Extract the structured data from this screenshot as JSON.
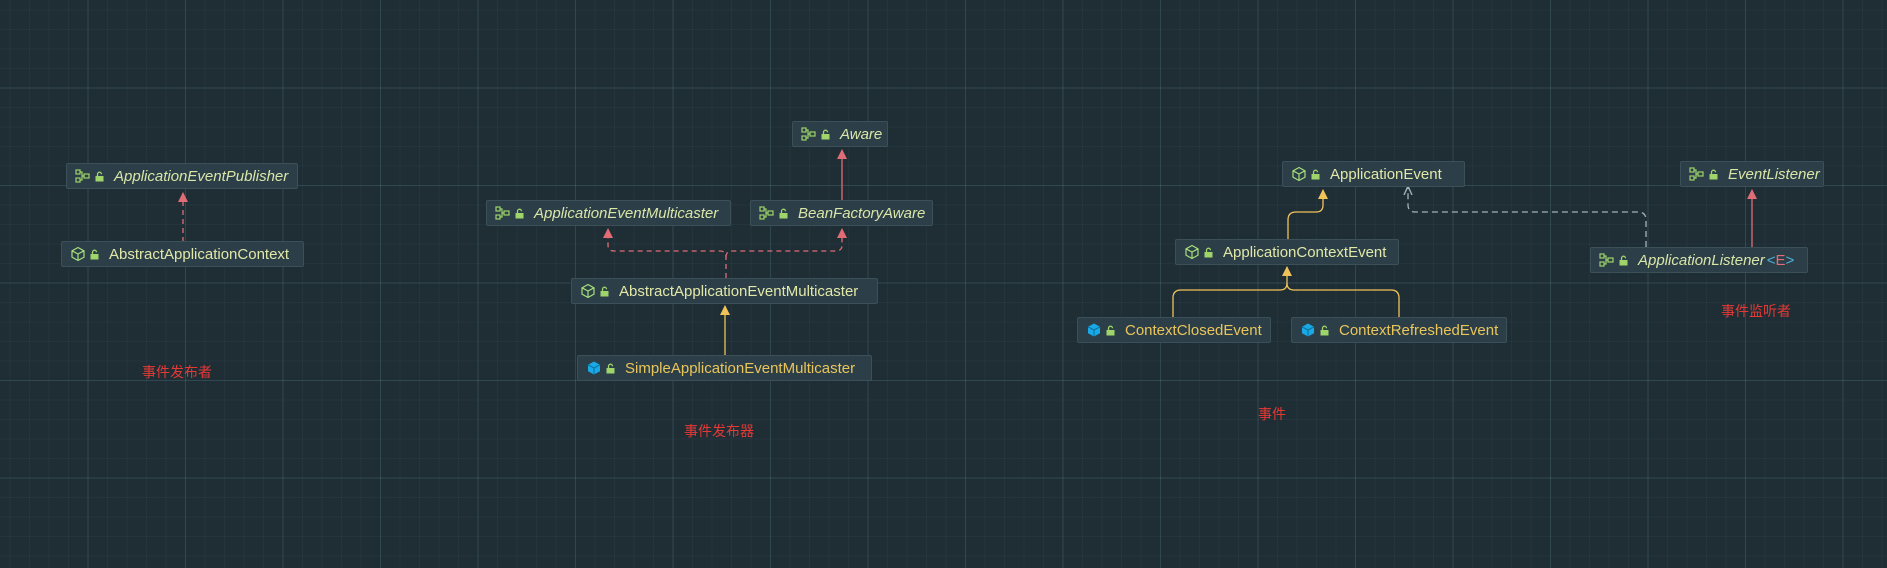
{
  "nodes": {
    "application_event_publisher": "ApplicationEventPublisher",
    "abstract_application_context": "AbstractApplicationContext",
    "aware": "Aware",
    "application_event_multicaster": "ApplicationEventMulticaster",
    "bean_factory_aware": "BeanFactoryAware",
    "abstract_application_event_multicaster": "AbstractApplicationEventMulticaster",
    "simple_application_event_multicaster": "SimpleApplicationEventMulticaster",
    "application_event": "ApplicationEvent",
    "application_context_event": "ApplicationContextEvent",
    "context_closed_event": "ContextClosedEvent",
    "context_refreshed_event": "ContextRefreshedEvent",
    "event_listener": "EventListener",
    "application_listener": "ApplicationListener",
    "application_listener_generic_open": "<",
    "application_listener_type_param": "E",
    "application_listener_generic_close": ">"
  },
  "captions": {
    "publisher": "事件发布者",
    "multicaster": "事件发布器",
    "event": "事件",
    "listener": "事件监听者"
  },
  "colors": {
    "background": "#1f2d35",
    "node_fill": "#2c3e48",
    "interface_text": "#d9e6a8",
    "concrete_text": "#eac65a",
    "implements_edge": "#e06c75",
    "extends_edge": "#f0c35a",
    "dependency_edge": "#9fb3bd",
    "caption": "#e53935",
    "interface_icon": "#9fd46a",
    "class_icon": "#a8e07a",
    "final_class_icon": "#18a9e6"
  },
  "icons": {
    "interface": "interface-icon",
    "abstract_class": "abstract-class-icon",
    "class": "class-icon",
    "visibility": "public-lock-icon"
  }
}
